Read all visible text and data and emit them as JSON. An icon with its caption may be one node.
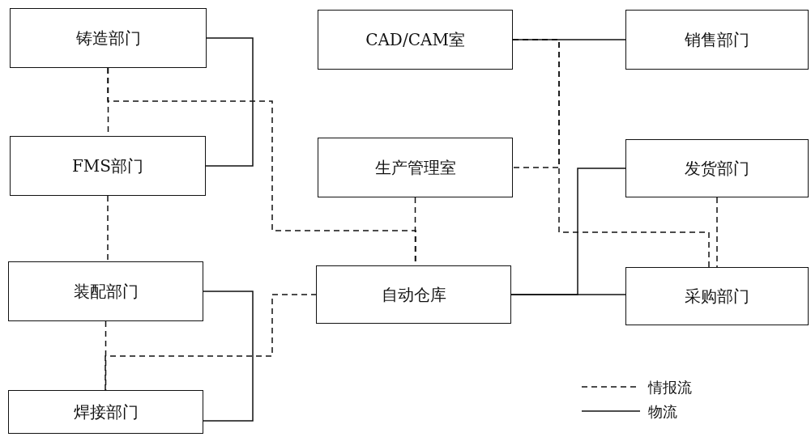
{
  "diagram": {
    "nodes": [
      {
        "text": [
          "铸造部门"
        ]
      },
      {
        "text": [
          "FMS部门"
        ]
      },
      {
        "text": [
          "装配部门"
        ]
      },
      {
        "text": [
          "焊接部门"
        ]
      },
      {
        "text": [
          "CAD/CAM室"
        ]
      },
      {
        "text": [
          "生产管理室"
        ]
      },
      {
        "text": [
          "自动仓库"
        ]
      },
      {
        "text": [
          "销售部门"
        ]
      },
      {
        "text": [
          "发货部门"
        ]
      },
      {
        "text": [
          "采购部门"
        ]
      }
    ],
    "edges": [
      {
        "from": 0,
        "to": 1,
        "arrow": "none"
      },
      {
        "from": 2,
        "to": 3,
        "arrow": "none"
      },
      {
        "from": 4,
        "to": 7,
        "arrow": "none"
      },
      {
        "from": 6,
        "to": 9,
        "arrow": "none"
      },
      {
        "from": 6,
        "to": 8,
        "arrow": "none"
      },
      {
        "from": 0,
        "to": 1,
        "arrow": "none",
        "style": "dashed"
      },
      {
        "from": 0,
        "to": 6,
        "arrow": "none",
        "style": "dashed"
      },
      {
        "from": 5,
        "to": 6,
        "arrow": "none",
        "style": "dashed"
      },
      {
        "from": 1,
        "to": 2,
        "arrow": "none",
        "style": "dashed"
      },
      {
        "from": 2,
        "to": 3,
        "arrow": "none",
        "style": "dashed"
      },
      {
        "from": 3,
        "to": 6,
        "arrow": "none",
        "style": "dashed"
      },
      {
        "from": 4,
        "to": 5,
        "arrow": "none",
        "style": "dashed"
      },
      {
        "from": 4,
        "to": 9,
        "arrow": "none",
        "style": "dashed"
      },
      {
        "from": 8,
        "to": 9,
        "arrow": "none",
        "style": "dashed"
      }
    ],
    "legend": [
      {
        "text": "情报流"
      },
      {
        "text": "物流"
      }
    ]
  }
}
